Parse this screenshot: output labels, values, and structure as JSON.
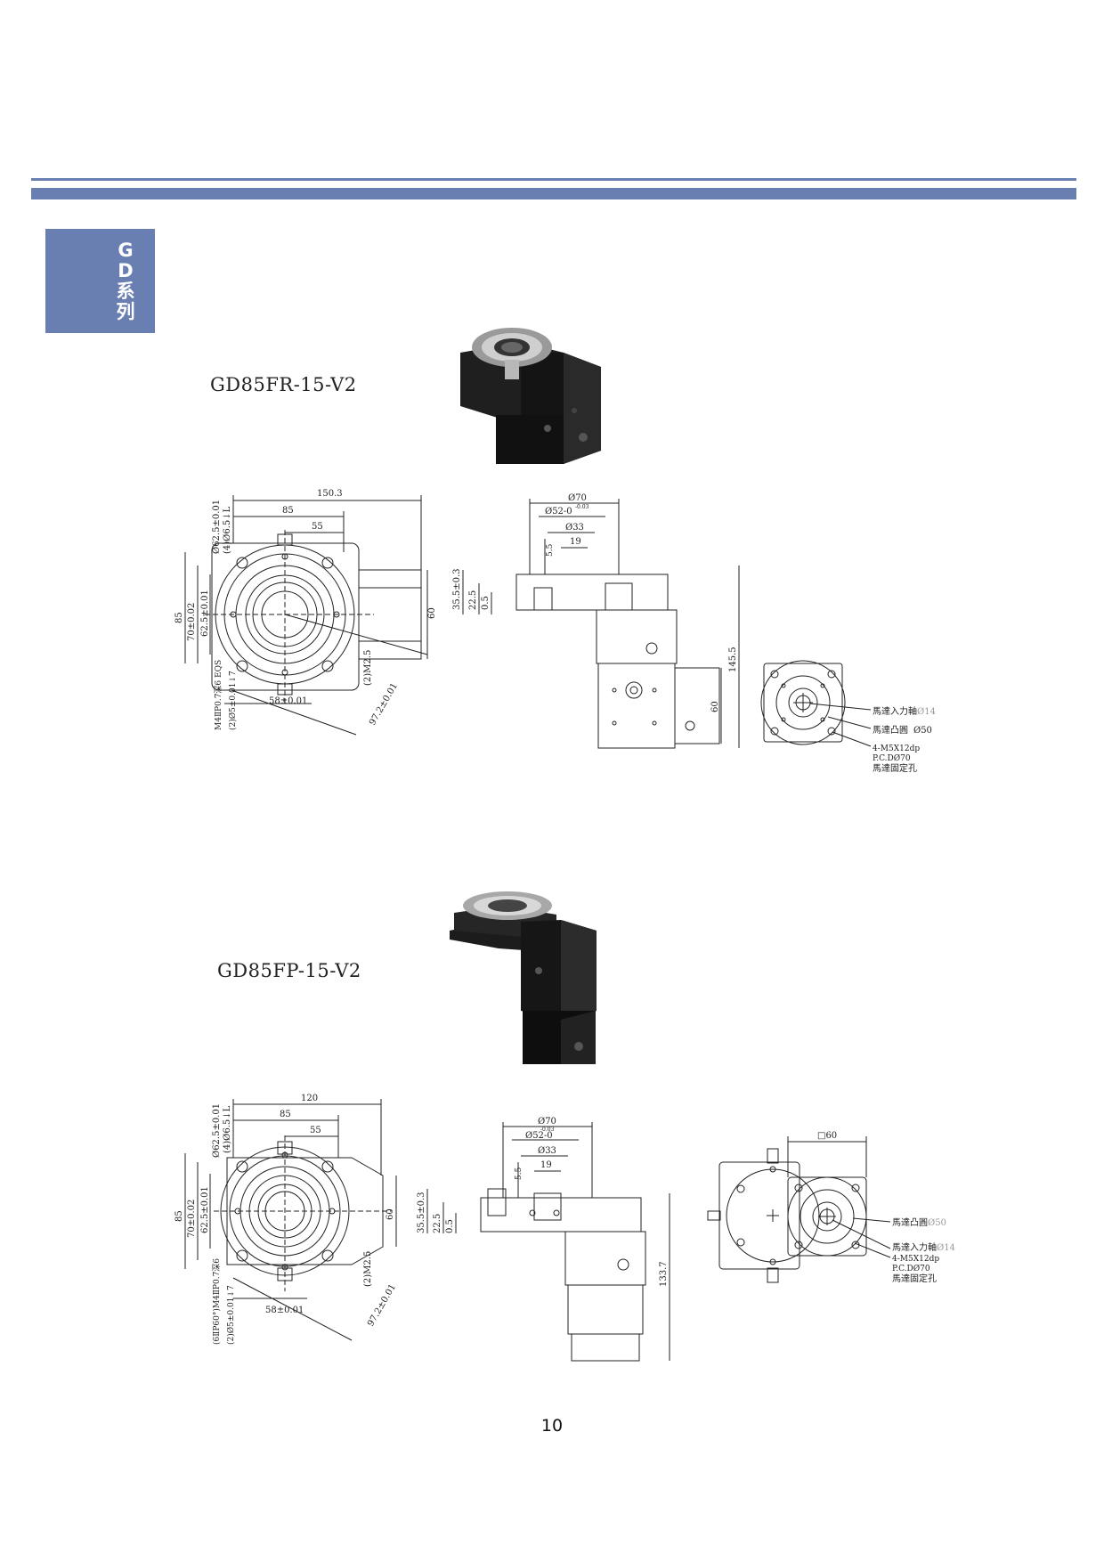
{
  "header": {
    "series_chars": [
      "G",
      "D",
      "系",
      "列"
    ]
  },
  "products": [
    {
      "model": "GD85FR-15-V2",
      "front_view": {
        "overall_width": "150.3",
        "flange_width": "85",
        "center_offset": "55",
        "flange_height": "85",
        "bolt_span": "70±0.02",
        "inner_bolt_span": "62.5±0.01",
        "bore_circle": "Ø62.5±0.01",
        "bore_hole": "(4)Ø6.5↓L",
        "width_60": "60",
        "bottom_span": "58±0.01",
        "diagonal": "97.2±0.01",
        "screw": "(2)M2.5",
        "left_note_1": "M4ⅡP0.7深6 EQS",
        "left_note_2": "(2)Ø5±0.01↓7"
      },
      "side_view": {
        "od_70": "Ø70",
        "od_52": "Ø52-0",
        "od_52_tol": "-0.03",
        "od_33": "Ø33",
        "w_19": "19",
        "w_5_5": "5.5",
        "h_35_5": "35.5±0.3",
        "h_22_5": "22.5",
        "h_0_5": "0.5",
        "h_145_5": "145.5",
        "h_60": "60"
      },
      "motor_view": {
        "label_input_shaft": "馬達入力軸",
        "value_input_shaft": "Ø14",
        "label_spigot": "馬達凸圓",
        "value_spigot": "Ø50",
        "holes": "4-M5X12dp",
        "pcd": "P.C.DØ70",
        "label_fix_holes": "馬達固定孔"
      }
    },
    {
      "model": "GD85FP-15-V2",
      "front_view": {
        "overall_width": "120",
        "flange_width": "85",
        "center_offset": "55",
        "flange_height": "85",
        "bolt_span": "70±0.02",
        "inner_bolt_span": "62.5±0.01",
        "bore_circle": "Ø62.5±0.01",
        "bore_hole": "(4)Ø6.5↓L",
        "width_60": "60",
        "bottom_span": "58±0.01",
        "diagonal": "97.2±0.01",
        "screw": "(2)M2.5",
        "left_note_1": "(6ⅡP60°)M4ⅡP0.7深6",
        "left_note_2": "(2)Ø5±0.01↓7"
      },
      "side_view": {
        "od_70": "Ø70",
        "od_52": "Ø52-0",
        "od_52_tol": "-0.03",
        "od_33": "Ø33",
        "w_19": "19",
        "w_5_5": "5.5",
        "h_35_5": "35.5±0.3",
        "h_22_5": "22.5",
        "h_0_5": "0.5",
        "h_133_7": "133.7"
      },
      "motor_view": {
        "square": "□60",
        "label_spigot": "馬達凸圓",
        "value_spigot": "Ø50",
        "label_input_shaft": "馬達入力軸",
        "value_input_shaft": "Ø14",
        "holes": "4-M5X12dp",
        "pcd": "P.C.DØ70",
        "label_fix_holes": "馬達固定孔"
      }
    }
  ],
  "footer": {
    "page_number": "10"
  }
}
